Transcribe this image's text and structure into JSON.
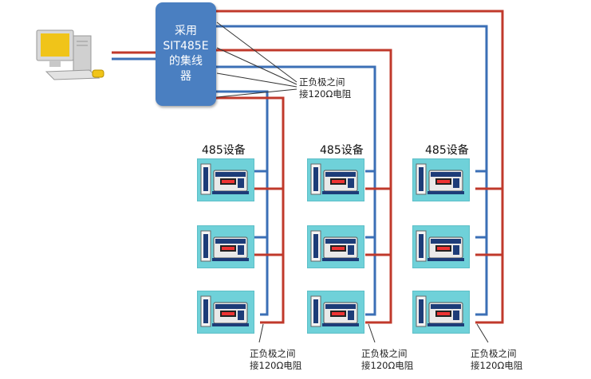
{
  "hub": {
    "lines": [
      "采用",
      "SIT485E",
      "的集线",
      "器"
    ],
    "color": "#4a7fc1"
  },
  "top_note": {
    "line1": "正负极之间",
    "line2": "接120Ω电阻"
  },
  "groups": [
    {
      "title": "485设备",
      "devices": 3
    },
    {
      "title": "485设备",
      "devices": 3
    },
    {
      "title": "485设备",
      "devices": 3
    }
  ],
  "bottom_notes": [
    {
      "line1": "正负极之间",
      "line2": "接120Ω电阻"
    },
    {
      "line1": "正负极之间",
      "line2": "接120Ω电阻"
    },
    {
      "line1": "正负极之间",
      "line2": "接120Ω电阻"
    }
  ],
  "colors": {
    "red_wire": "#c0392b",
    "blue_wire": "#3b6fb6",
    "device_bg": "#6fd1d9"
  }
}
